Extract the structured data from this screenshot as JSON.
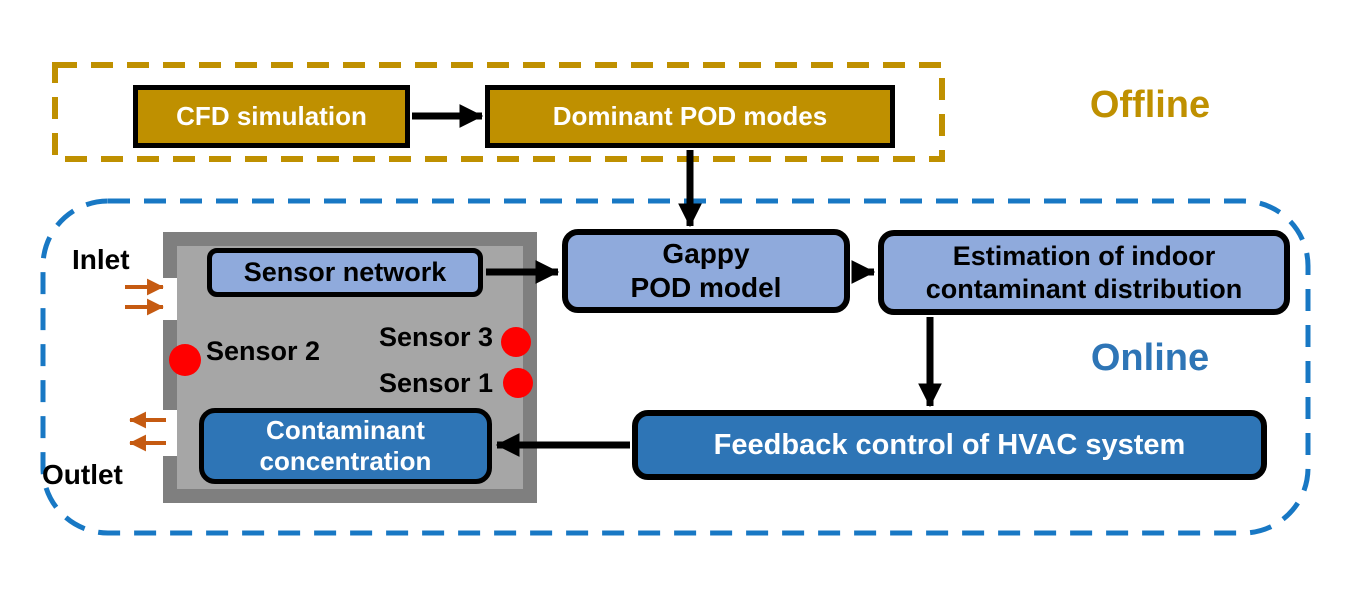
{
  "colors": {
    "offline_accent": "#BF9000",
    "online_dash_blue": "#1878C4",
    "online_label_blue": "#2E75B6",
    "light_blue_box": "#8FAADC",
    "dark_blue_box": "#2E75B6",
    "sensor_dot_red": "#FF0000",
    "flow_arrow_orange": "#C55A11",
    "room_wall_gray": "#7F7F7F",
    "room_interior_gray": "#A6A6A6",
    "arrow_black": "#000000"
  },
  "offline": {
    "section_label": "Offline",
    "cfd_box": "CFD simulation",
    "pod_modes_box": "Dominant POD modes"
  },
  "online": {
    "section_label": "Online",
    "room": {
      "inlet_label": "Inlet",
      "outlet_label": "Outlet",
      "sensor_network_box": "Sensor network",
      "sensor_labels": [
        "Sensor 2",
        "Sensor 3",
        "Sensor 1"
      ],
      "contaminant_box": {
        "line1": "Contaminant",
        "line2": "concentration"
      }
    },
    "gappy_box": {
      "line1": "Gappy",
      "line2": "POD model"
    },
    "estimation_box": {
      "line1": "Estimation of indoor",
      "line2": "contaminant distribution"
    },
    "feedback_box": "Feedback control of HVAC system"
  }
}
